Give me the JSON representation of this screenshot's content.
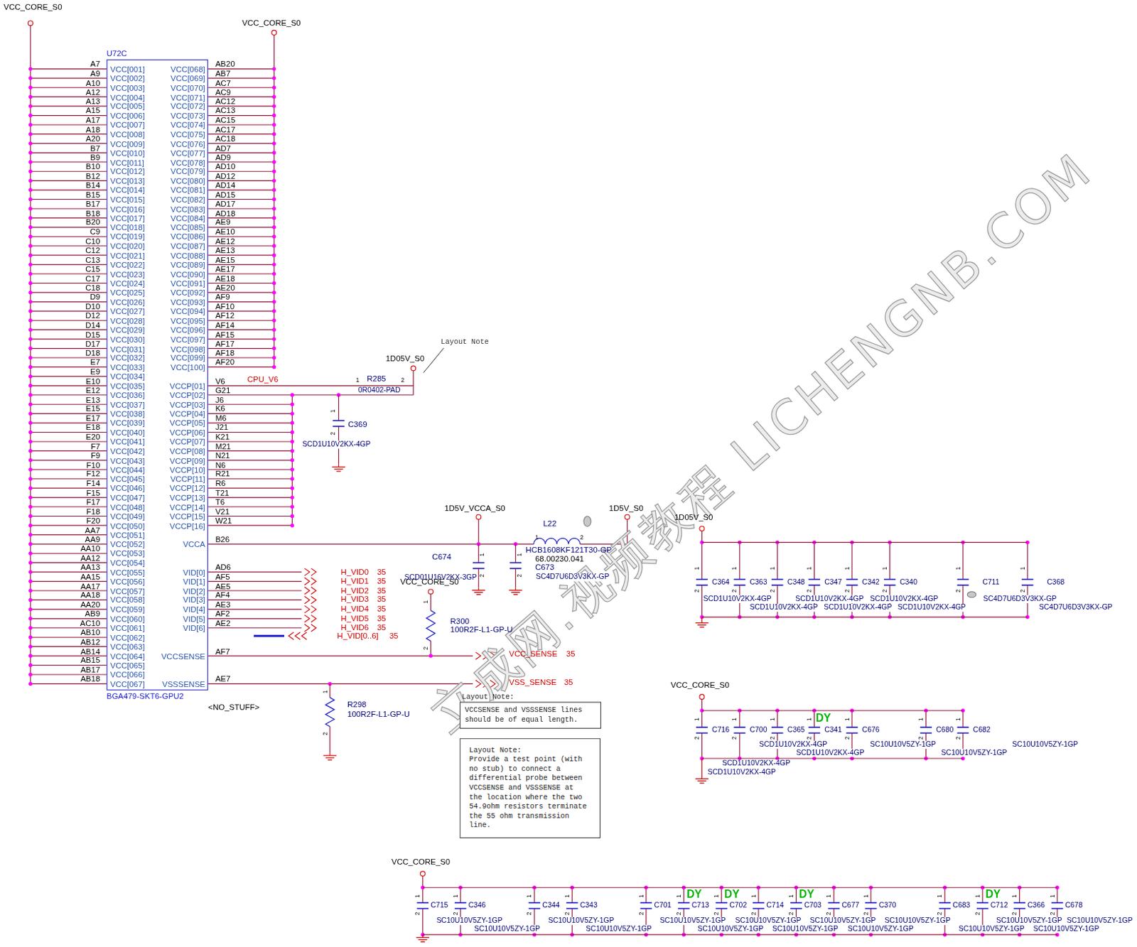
{
  "diagram": {
    "nodes": [
      {
        "text": [
          "U72C",
          "BGA479-SKT6-GPU2"
        ]
      },
      {
        "text": [
          "Layout Note:",
          "VCCSENSE and VSSSENSE lines should be of equal length."
        ]
      },
      {
        "text": [
          "Layout Note:",
          "Provide a test point (with no stub) to connect a differential probe between VCCSENSE and VSSSENSE at the location where the two 54.9ohm resistors terminate the 55 ohm transmission line."
        ]
      }
    ],
    "labels": [
      "VCC_CORE_S0",
      "VCC_CORE_S0",
      "A7",
      "A9",
      "A10",
      "A12",
      "A13",
      "A15",
      "A17",
      "A18",
      "A20",
      "B7",
      "B9",
      "B10",
      "B12",
      "B14",
      "B15",
      "B17",
      "B18",
      "B20",
      "C9",
      "C10",
      "C12",
      "C13",
      "C15",
      "C17",
      "C18",
      "D9",
      "D10",
      "D12",
      "D14",
      "D15",
      "D17",
      "D18",
      "E7",
      "E9",
      "E10",
      "E12",
      "E13",
      "E15",
      "E17",
      "E18",
      "E20",
      "F7",
      "F9",
      "F10",
      "F12",
      "F14",
      "F15",
      "F17",
      "F18",
      "F20",
      "AA7",
      "AA9",
      "AA10",
      "AA12",
      "AA13",
      "AA15",
      "AA17",
      "AA18",
      "AA20",
      "AB9",
      "AC10",
      "AB10",
      "AB12",
      "AB14",
      "AB15",
      "AB17",
      "AB18",
      "VCC[001]",
      "VCC[002]",
      "VCC[003]",
      "VCC[004]",
      "VCC[005]",
      "VCC[006]",
      "VCC[007]",
      "VCC[008]",
      "VCC[009]",
      "VCC[010]",
      "VCC[011]",
      "VCC[012]",
      "VCC[013]",
      "VCC[014]",
      "VCC[015]",
      "VCC[016]",
      "VCC[017]",
      "VCC[018]",
      "VCC[019]",
      "VCC[020]",
      "VCC[021]",
      "VCC[022]",
      "VCC[023]",
      "VCC[024]",
      "VCC[025]",
      "VCC[026]",
      "VCC[027]",
      "VCC[028]",
      "VCC[029]",
      "VCC[030]",
      "VCC[031]",
      "VCC[032]",
      "VCC[033]",
      "VCC[034]",
      "VCC[035]",
      "VCC[036]",
      "VCC[037]",
      "VCC[038]",
      "VCC[039]",
      "VCC[040]",
      "VCC[041]",
      "VCC[042]",
      "VCC[043]",
      "VCC[044]",
      "VCC[045]",
      "VCC[046]",
      "VCC[047]",
      "VCC[048]",
      "VCC[049]",
      "VCC[050]",
      "VCC[051]",
      "VCC[052]",
      "VCC[053]",
      "VCC[054]",
      "VCC[055]",
      "VCC[056]",
      "VCC[057]",
      "VCC[058]",
      "VCC[059]",
      "VCC[060]",
      "VCC[061]",
      "VCC[062]",
      "VCC[063]",
      "VCC[064]",
      "VCC[065]",
      "VCC[066]",
      "VCC[067]",
      "VCC[068]",
      "VCC[069]",
      "VCC[070]",
      "VCC[071]",
      "VCC[072]",
      "VCC[073]",
      "VCC[074]",
      "VCC[075]",
      "VCC[076]",
      "VCC[077]",
      "VCC[078]",
      "VCC[079]",
      "VCC[080]",
      "VCC[081]",
      "VCC[082]",
      "VCC[083]",
      "VCC[084]",
      "VCC[085]",
      "VCC[086]",
      "VCC[087]",
      "VCC[088]",
      "VCC[089]",
      "VCC[090]",
      "VCC[091]",
      "VCC[092]",
      "VCC[093]",
      "VCC[094]",
      "VCC[095]",
      "VCC[096]",
      "VCC[097]",
      "VCC[098]",
      "VCC[099]",
      "VCC[100]",
      "VCCP[01]",
      "VCCP[02]",
      "VCCP[03]",
      "VCCP[04]",
      "VCCP[05]",
      "VCCP[06]",
      "VCCP[07]",
      "VCCP[08]",
      "VCCP[09]",
      "VCCP[10]",
      "VCCP[11]",
      "VCCP[12]",
      "VCCP[13]",
      "VCCP[14]",
      "VCCP[15]",
      "VCCP[16]",
      "VCCA",
      "VID[0]",
      "VID[1]",
      "VID[2]",
      "VID[3]",
      "VID[4]",
      "VID[5]",
      "VID[6]",
      "VCCSENSE",
      "VSSSENSE",
      "AB20",
      "AB7",
      "AC7",
      "AC9",
      "AC12",
      "AC13",
      "AC15",
      "AC17",
      "AC18",
      "AD7",
      "AD9",
      "AD10",
      "AD12",
      "AD14",
      "AD15",
      "AD17",
      "AD18",
      "AE9",
      "AE10",
      "AE12",
      "AE13",
      "AE15",
      "AE17",
      "AE18",
      "AE20",
      "AF9",
      "AF10",
      "AF12",
      "AF14",
      "AF15",
      "AF17",
      "AF18",
      "AF20",
      "V6",
      "G21",
      "J6",
      "K6",
      "M6",
      "J21",
      "K21",
      "M21",
      "N21",
      "N6",
      "R21",
      "R6",
      "T21",
      "T6",
      "V21",
      "W21",
      "B26",
      "AD6",
      "AF5",
      "AE5",
      "AF4",
      "AE3",
      "AF2",
      "AE2",
      "AF7",
      "AE7",
      "<NO_STUFF>",
      "Layout Note",
      "1D05V_S0",
      "CPU_V6",
      "1",
      "R285",
      "2",
      "0R0402-PAD",
      "C369",
      "1",
      "2",
      "SCD1U10V2KX-4GP",
      "1D5V_VCCA_S0",
      "L22",
      "1",
      "2",
      "HCB1608KF121T30-GP",
      "68.00230.041",
      "1D5V_S0",
      "C674",
      "1",
      "2",
      "SCD01U16V2KX-3GP",
      "C673",
      "1",
      "2",
      "SC4D7U6D3V3KX-GP",
      "H_VID0",
      "35",
      "H_VID1",
      "35",
      "H_VID2",
      "35",
      "H_VID3",
      "35",
      "H_VID4",
      "35",
      "H_VID5",
      "35",
      "H_VID6",
      "35",
      "H_VID[0..6]",
      "35",
      "VCC_CORE_S0",
      "1",
      "2",
      "R300",
      "100R2F-L1-GP-U",
      "VCC_SENSE",
      "35",
      "VSS_SENSE",
      "35",
      "1",
      "2",
      "R298",
      "100R2F-L1-GP-U",
      "1D05V_S0",
      "C364",
      "SCD1U10V2KX-4GP",
      "1",
      "2",
      "C363",
      "SCD1U10V2KX-4GP",
      "1",
      "2",
      "C348",
      "SCD1U10V2KX-4GP",
      "1",
      "2",
      "C347",
      "SCD1U10V2KX-4GP",
      "1",
      "2",
      "C342",
      "SCD1U10V2KX-4GP",
      "1",
      "2",
      "C340",
      "SCD1U10V2KX-4GP",
      "1",
      "2",
      "C711",
      "SC4D7U6D3V3KX-GP",
      "1",
      "2",
      "C368",
      "SC4D7U6D3V3KX-GP",
      "1",
      "2",
      "VCC_CORE_S0",
      "C716",
      "SCD1U10V2KX-4GP",
      "1",
      "2",
      "C700",
      "SCD1U10V2KX-4GP",
      "1",
      "2",
      "C365",
      "SCD1U10V2KX-4GP",
      "1",
      "2",
      "C341",
      "SCD1U10V2KX-4GP",
      "1",
      "2",
      "C676",
      "SC10U10V5ZY-1GP",
      "1",
      "2",
      "C680",
      "SC10U10V5ZY-1GP",
      "1",
      "2",
      "C682",
      "SC10U10V5ZY-1GP",
      "1",
      "2",
      "DY",
      "VCC_CORE_S0",
      "C715",
      "SC10U10V5ZY-1GP",
      "1",
      "2",
      "C346",
      "SC10U10V5ZY-1GP",
      "1",
      "2",
      "C344",
      "SC10U10V5ZY-1GP",
      "1",
      "2",
      "C343",
      "SC10U10V5ZY-1GP",
      "1",
      "2",
      "C701",
      "SC10U10V5ZY-1GP",
      "1",
      "2",
      "C713",
      "SC10U10V5ZY-1GP",
      "1",
      "2",
      "C702",
      "SC10U10V5ZY-1GP",
      "1",
      "2",
      "C714",
      "SC10U10V5ZY-1GP",
      "1",
      "2",
      "C703",
      "SC10U10V5ZY-1GP",
      "1",
      "2",
      "C677",
      "SC10U10V5ZY-1GP",
      "1",
      "2",
      "C370",
      "SC10U10V5ZY-1GP",
      "1",
      "2",
      "C683",
      "SC10U10V5ZY-1GP",
      "1",
      "2",
      "C712",
      "SC10U10V5ZY-1GP",
      "1",
      "2",
      "C366",
      "SC10U10V5ZY-1GP",
      "1",
      "2",
      "C678",
      "SC10U10V5ZY-1GP",
      "1",
      "2",
      "DY",
      "DY",
      "DY",
      "DY",
      "立成网.视频教程 LICHENGNB.COM"
    ]
  }
}
